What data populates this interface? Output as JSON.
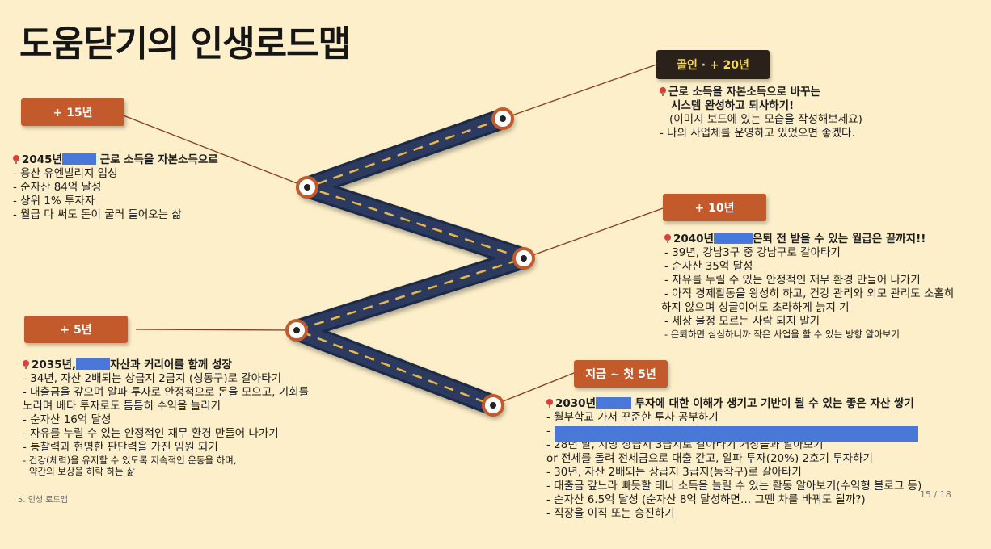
{
  "title": "도움닫기의 인생로드맵",
  "colors": {
    "background": "#fdefc9",
    "label_orange": "#c25a2c",
    "label_dark": "#2a221a",
    "road": "#1f2b4a",
    "node_ring": "#c25a2c"
  },
  "stages": {
    "plus15": {
      "label": "+ 15년",
      "headline": "2045년",
      "headline_rest": " 근로 소득을 자본소득으로",
      "items": [
        "- 용산 유엔빌리지 입성",
        "- 순자산 84억 달성",
        "- 상위 1% 투자자",
        "- 월급 다 써도 돈이 굴러 들어오는 삶"
      ]
    },
    "retire": {
      "label": "골인 · + 20년",
      "line1": "근로 소득을 자본소득으로 바꾸는",
      "line2": "시스템 완성하고 퇴사하기!",
      "line3": "(이미지 보드에 있는 모습을 작성해보세요)",
      "line4": "- 나의 사업체를 운영하고 있었으면 좋겠다."
    },
    "plus10": {
      "label": "+ 10년",
      "headline": "2040년",
      "headline_rest": "은퇴 전 받을 수 있는 월급은 끝까지!!",
      "items": [
        "- 39년, 강남3구 중 강남구로 갈아타기",
        "- 순자산 35억 달성",
        "- 자유를 누릴 수 있는 안정적인 재무 환경 만들어 나가기",
        "- 아직 경제활동을 왕성히 하고, 건강 관리와 외모 관리도 소홀히",
        "하지 않으며 싱글이어도 초라하게 늙지    기",
        "- 세상 물정 모르는 사람 되지 말기"
      ],
      "small": "- 은퇴하면 심심하니까 작은 사업을 할 수 있는 방향 알아보기"
    },
    "plus5": {
      "label": "+ 5년",
      "headline": "2035년,",
      "headline_rest": "자산과 커리어를 함께 성장",
      "items": [
        "- 34년, 자산 2배되는 상급지 2급지 (성동구)로 갈아타기",
        "- 대출금을 갚으며 알파 투자로 안정적으로 돈을 모으고, 기회를",
        "노리며 베타 투자로도 틈틈히 수익을 늘리기",
        "- 순자산 16억 달성",
        "- 자유를 누릴 수 있는 안정적인 재무 환경 만들어 나가기",
        "- 통찰력과 현명한 판단력을 가진 임원 되기"
      ],
      "small1": "- 건강(체력)을 유지할 수 있도록 지속적인 운동을 하며,",
      "small2": "  약간의 보상을 허락 하는 삶"
    },
    "now": {
      "label": "지금 ~ 첫 5년",
      "headline": "2030년",
      "headline_rest": " 투자에 대한 이해가 생기고 기반이 될 수 있는 좋은 자산 쌓기",
      "items": [
        "- 월부학교 가서 꾸준한 투자 공부하기",
        "-",
        "- 28년 말, 지방 상급지 3급지로 갈아타기 거장들과 알아보기",
        " or 전세를 돌려 전세금으로 대출 갚고, 알파 투자(20%) 2호기 투자하기",
        "- 30년, 자산 2배되는 상급지 3급지(동작구)로 갈아타기",
        "- 대출금 갚느라 빠듯할 테니 소득을 늘릴 수 있는 활동 알아보기(수익형 블로그 등)",
        "- 순자산 6.5억 달성 (순자산 8억 달성하면… 그땐 차를 바꿔도 될까?)",
        "- 직장을 이직 또는 승진하기"
      ]
    }
  },
  "footer": {
    "section": "5. 인생 로드맵",
    "page": "15 / 18"
  }
}
